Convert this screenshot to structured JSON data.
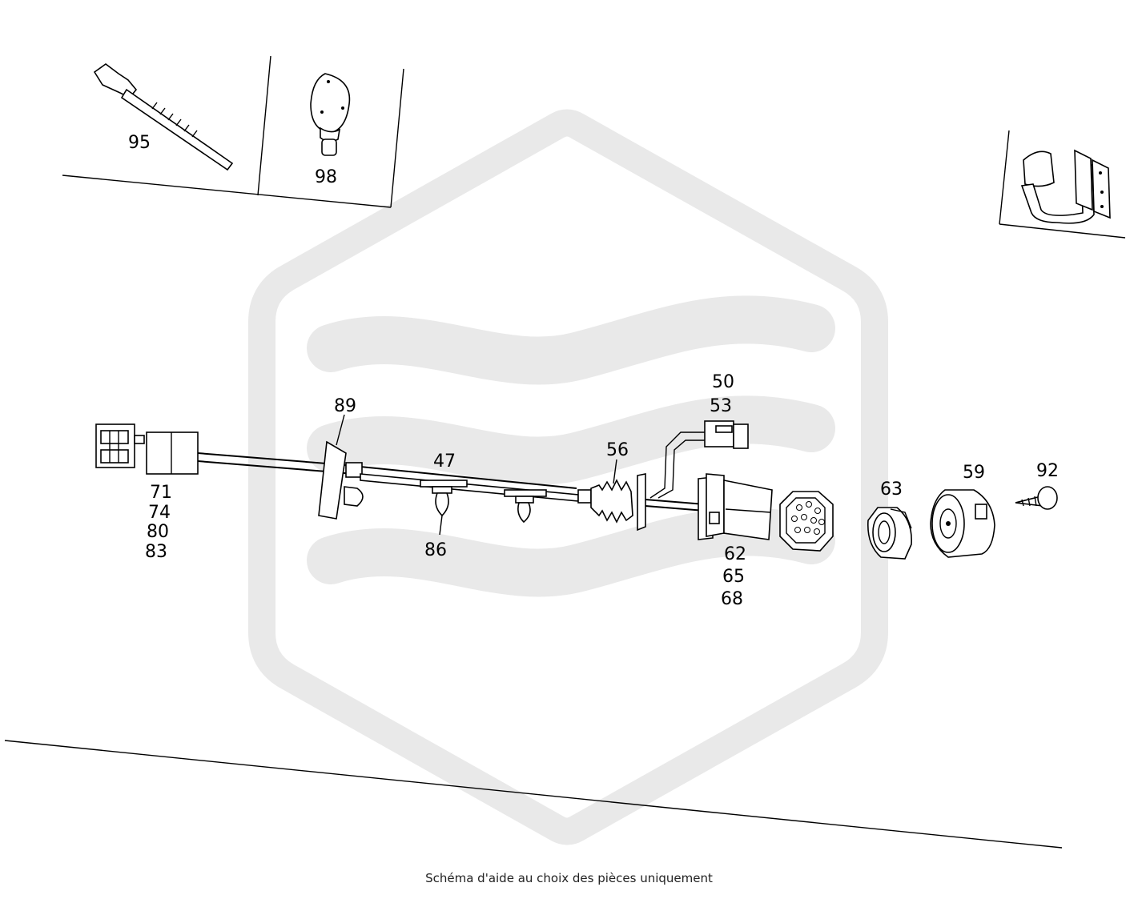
{
  "labels": {
    "p95": "95",
    "p98": "98",
    "p89": "89",
    "p47": "47",
    "p50": "50",
    "p53": "53",
    "p56": "56",
    "p71": "71",
    "p74": "74",
    "p80": "80",
    "p83": "83",
    "p86": "86",
    "p62": "62",
    "p65": "65",
    "p68": "68",
    "p63": "63",
    "p59": "59",
    "p92": "92"
  },
  "caption": "Schéma d'aide au choix des pièces uniquement",
  "colors": {
    "watermark": "#e9e9e9",
    "line": "#000000",
    "background": "#ffffff"
  },
  "icons": {
    "watermark": "hexagon-waves-logo"
  }
}
